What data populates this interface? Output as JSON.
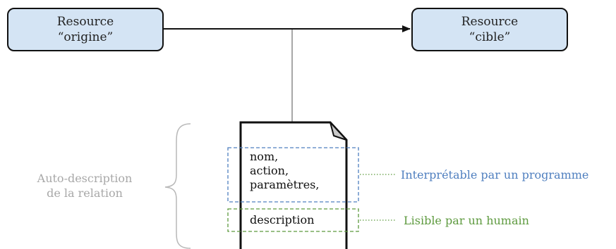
{
  "nodes": {
    "origin": {
      "line1": "Resource",
      "line2": "“origine”"
    },
    "target": {
      "line1": "Resource",
      "line2": "“cible”"
    }
  },
  "document": {
    "machine_lines": [
      "nom,",
      "action,",
      "paramètres,"
    ],
    "human_line": "description"
  },
  "annotations": {
    "machine": "Interprétable par un programme",
    "human": "Lisible par un humain",
    "self_description": [
      "Auto-description",
      "de la relation"
    ]
  },
  "colors": {
    "node_fill": "#d4e4f4",
    "machine": "#4f7fbf",
    "human": "#5e9a3f",
    "muted": "#a8a8a8"
  }
}
